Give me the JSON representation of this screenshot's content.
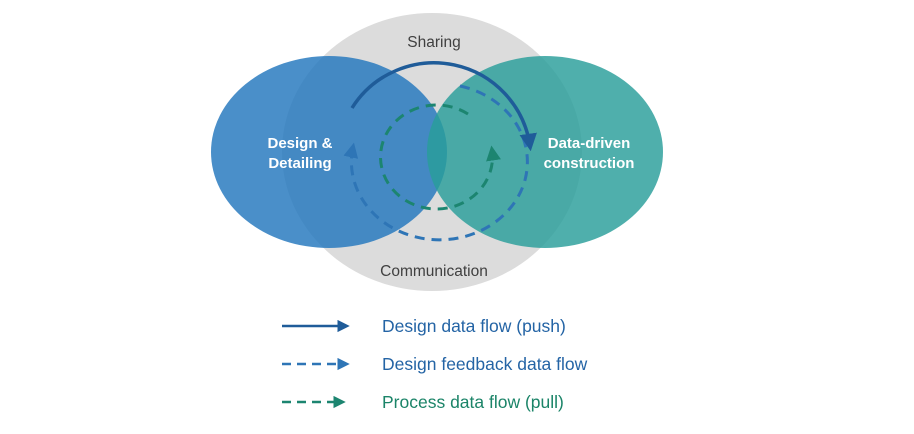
{
  "diagram": {
    "top_label": "Sharing",
    "bottom_label": "Communication",
    "left_circle": {
      "label_line1": "Design &",
      "label_line2": "Detailing"
    },
    "right_circle": {
      "label_line1": "Data-driven",
      "label_line2": "construction"
    }
  },
  "legend": {
    "items": [
      {
        "label": "Design data flow (push)",
        "style": "solid",
        "color": "#1F5C99"
      },
      {
        "label": "Design feedback data flow",
        "style": "dashed",
        "color": "#2E75B6"
      },
      {
        "label": "Process data flow (pull)",
        "style": "dashed",
        "color": "#1C8570"
      }
    ]
  },
  "colors": {
    "background_ellipse": "#DCDCDC",
    "design_circle": "#2276BD",
    "construction_circle": "#289E9A",
    "solid_arrow": "#1F5C99",
    "dashed_blue_arrow": "#2E75B6",
    "dashed_green_arrow": "#1C8570",
    "context_text": "#404040",
    "legend_blue_text": "#2464A5",
    "legend_green_text": "#1B8468"
  }
}
